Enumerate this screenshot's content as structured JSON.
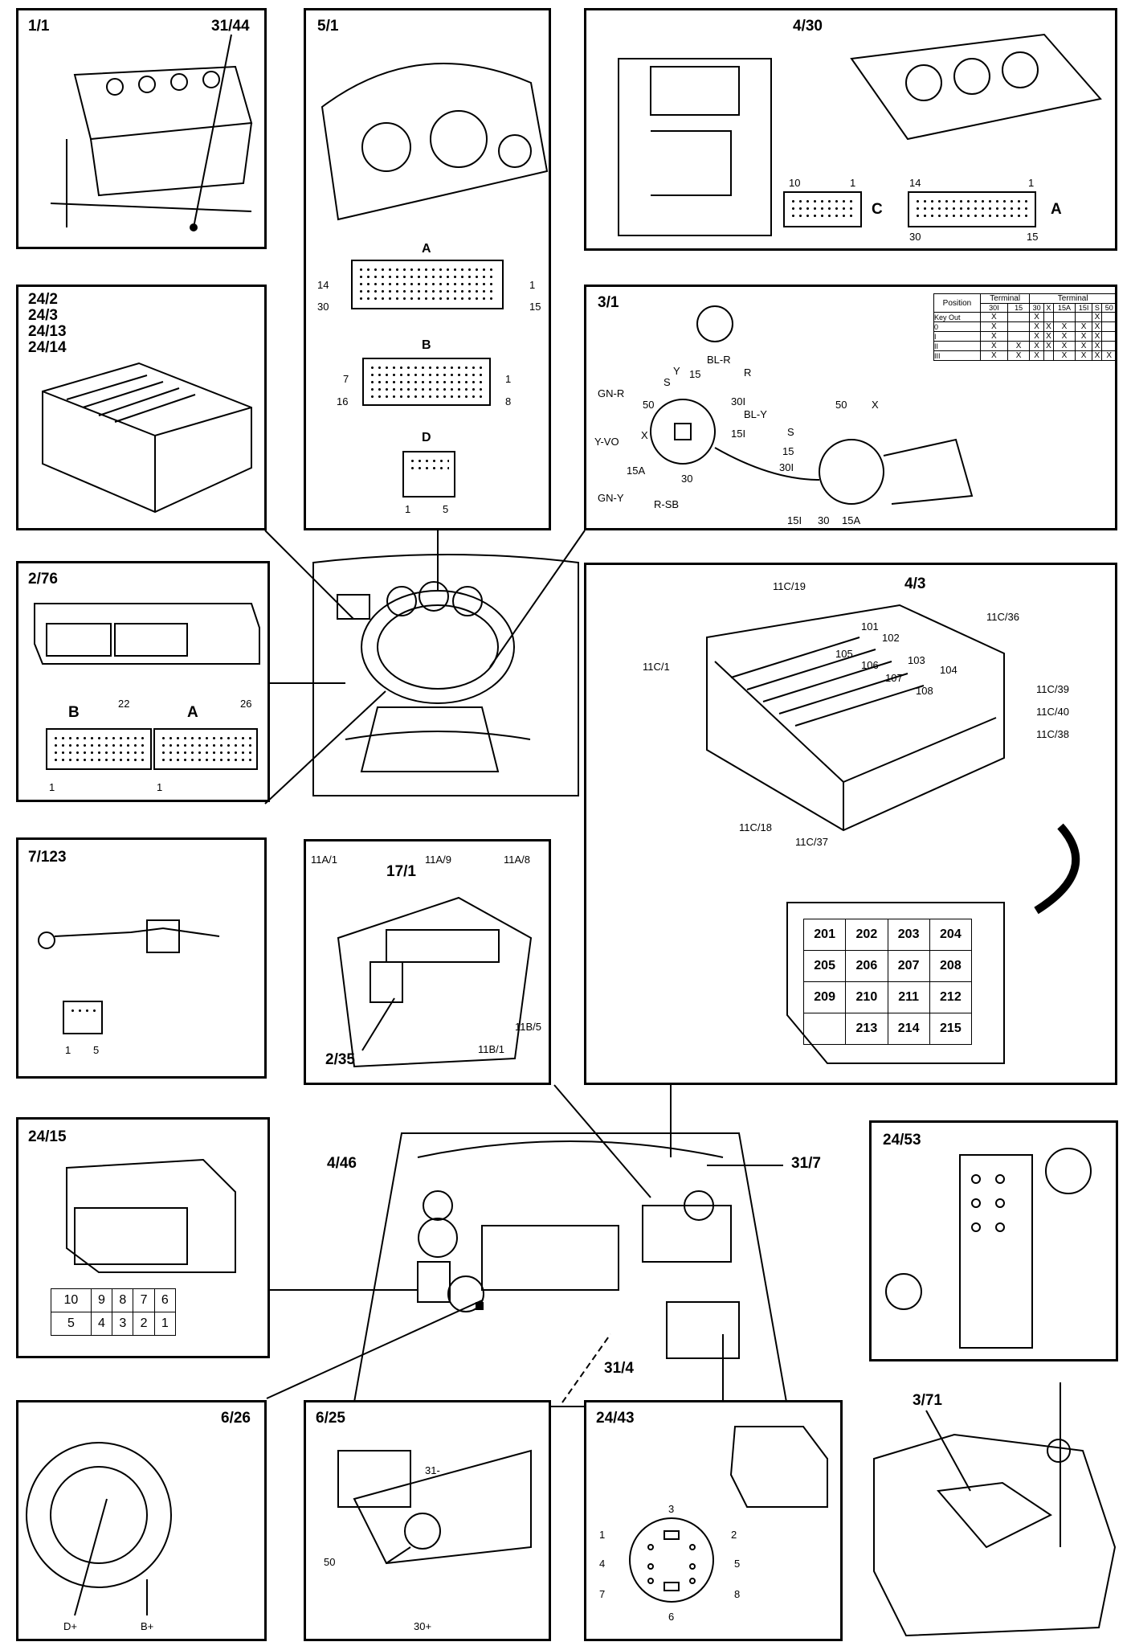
{
  "panels": {
    "p1_1": {
      "label": "1/1",
      "sub": "31/44"
    },
    "p5_1": {
      "label": "5/1",
      "connA": {
        "label": "A",
        "pins": [
          "14",
          "1",
          "30",
          "15"
        ]
      },
      "connB": {
        "label": "B",
        "pins": [
          "7",
          "1",
          "16",
          "8"
        ]
      },
      "connD": {
        "label": "D",
        "pins": [
          "1",
          "5"
        ]
      }
    },
    "p4_30": {
      "label": "4/30",
      "connC": {
        "label": "C",
        "pins": [
          "10",
          "1"
        ]
      },
      "connA": {
        "label": "A",
        "pins": [
          "14",
          "1",
          "30",
          "15"
        ]
      }
    },
    "p24_2": {
      "label": "24/2\n24/3\n24/13\n24/14"
    },
    "p3_1": {
      "label": "3/1",
      "left_labels": [
        "Y",
        "S",
        "15",
        "BL-R",
        "R",
        "GN-R",
        "50",
        "30I",
        "BL-Y",
        "X",
        "15I",
        "Y-VO",
        "15A",
        "30",
        "GN-Y",
        "R-SB"
      ],
      "right_labels": [
        "50",
        "X",
        "S",
        "15",
        "30I",
        "15I",
        "30",
        "15A"
      ],
      "table": {
        "col_headers": [
          "Position",
          "Terminal",
          "Terminal"
        ],
        "sub_headers": [
          "30I",
          "15",
          "30",
          "X",
          "15A",
          "15I",
          "S",
          "50"
        ],
        "rows": [
          {
            "pos": "Key Out",
            "marks": [
              "X",
              "",
              "X",
              "",
              "",
              "",
              "X",
              ""
            ]
          },
          {
            "pos": "0",
            "marks": [
              "X",
              "",
              "X",
              "X",
              "X",
              "X",
              "X",
              ""
            ]
          },
          {
            "pos": "I",
            "marks": [
              "X",
              "",
              "X",
              "X",
              "X",
              "X",
              "X",
              ""
            ]
          },
          {
            "pos": "II",
            "marks": [
              "X",
              "X",
              "X",
              "X",
              "X",
              "X",
              "X",
              ""
            ]
          },
          {
            "pos": "III",
            "marks": [
              "X",
              "X",
              "X",
              "",
              "X",
              "X",
              "X",
              "X"
            ]
          }
        ]
      }
    },
    "p2_76": {
      "label": "2/76",
      "connB": {
        "label": "B",
        "pins": [
          "22",
          "1"
        ]
      },
      "connA": {
        "label": "A",
        "pins": [
          "26",
          "1"
        ]
      }
    },
    "p4_3": {
      "label": "4/3",
      "callouts": [
        "11C/19",
        "11C/36",
        "11C/1",
        "11C/39",
        "11C/40",
        "11C/38",
        "11C/18",
        "11C/37"
      ],
      "relays": [
        "101",
        "102",
        "103",
        "104",
        "105",
        "106",
        "107",
        "108"
      ],
      "fuses": [
        [
          "201",
          "202",
          "203",
          "204"
        ],
        [
          "205",
          "206",
          "207",
          "208"
        ],
        [
          "209",
          "210",
          "211",
          "212"
        ],
        [
          "",
          "213",
          "214",
          "215"
        ]
      ]
    },
    "p7_123": {
      "label": "7/123",
      "pins": [
        "1",
        "5"
      ]
    },
    "p17_1": {
      "label": "17/1",
      "callouts": [
        "11A/1",
        "11A/9",
        "11A/8",
        "11B/5",
        "11B/1"
      ],
      "sub": "2/35"
    },
    "p24_15": {
      "label": "24/15",
      "grid": [
        [
          "10",
          "9",
          "8",
          "7",
          "6"
        ],
        [
          "5",
          "4",
          "3",
          "2",
          "1"
        ]
      ]
    },
    "p24_53": {
      "label": "24/53"
    },
    "p6_26": {
      "label": "6/26",
      "terminals": [
        "D+",
        "B+"
      ]
    },
    "p6_25": {
      "label": "6/25",
      "terminals": [
        "31-",
        "50",
        "30+"
      ]
    },
    "p24_43": {
      "label": "24/43",
      "pins": [
        "3",
        "1",
        "2",
        "4",
        "5",
        "7",
        "8",
        "6"
      ]
    },
    "p3_71": {
      "label": "3/71"
    }
  },
  "engine_callouts": [
    "4/46",
    "31/7",
    "31/4"
  ]
}
